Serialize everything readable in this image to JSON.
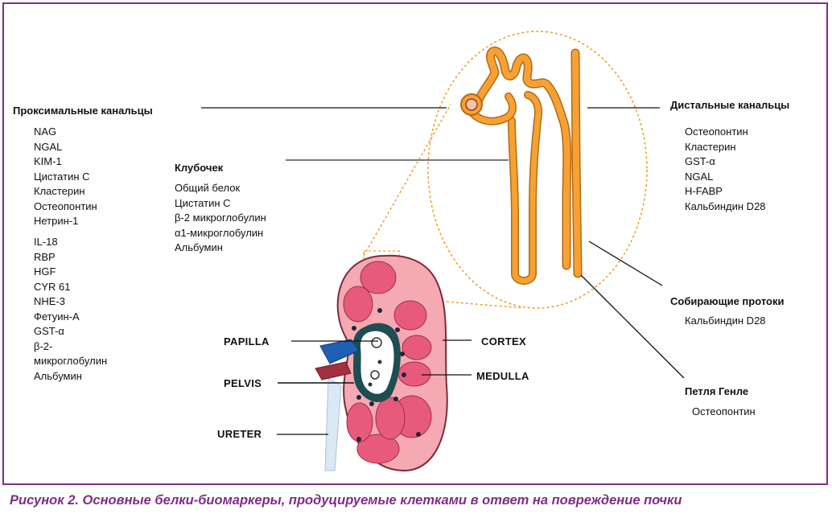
{
  "proximal": {
    "title": "Проксимальные канальцы",
    "list1": [
      "NAG",
      "NGAL",
      "KIM-1",
      "Цистатин С",
      "Кластерин",
      "Остеопонтин",
      "Нетрин-1"
    ],
    "list2": [
      "IL-18",
      "RBP",
      "HGF",
      "CYR 61",
      "NHE-3",
      "Фетуин-А",
      "GST-α",
      "β-2-",
      "микроглобулин",
      "Альбумин"
    ]
  },
  "glomerulus": {
    "title": "Клубочек",
    "items": [
      "Общий белок",
      "Цистатин С",
      "β-2 микроглобулин",
      "α1-микроглобулин",
      "Альбумин"
    ]
  },
  "distal": {
    "title": "Дистальные канальцы",
    "items": [
      "Остеопонтин",
      "Кластерин",
      "GST-α",
      "NGAL",
      "H-FABP",
      "Кальбиндин D28"
    ]
  },
  "collecting": {
    "title": "Собирающие протоки",
    "items": [
      "Кальбиндин D28"
    ]
  },
  "henle": {
    "title": "Петля Генле",
    "items": [
      "Остеопонтин"
    ]
  },
  "anatomy": {
    "papilla": "PAPILLA",
    "pelvis": "PELVIS",
    "ureter": "URETER",
    "cortex": "CORTEX",
    "medulla": "MEDULLA"
  },
  "caption": "Рисунок 2. Основные белки-биомаркеры, продуцируемые клетками в ответ на повреждение почки",
  "colors": {
    "frame": "#7b2f83",
    "tubule": "#f7a135",
    "tubule_edge": "#b36a12",
    "kidney_cortex": "#f5a9b2",
    "pyramid": "#e85a7c",
    "ureter": "#c8dcef",
    "vein": "#1f5fb4",
    "artery": "#a3303f"
  }
}
